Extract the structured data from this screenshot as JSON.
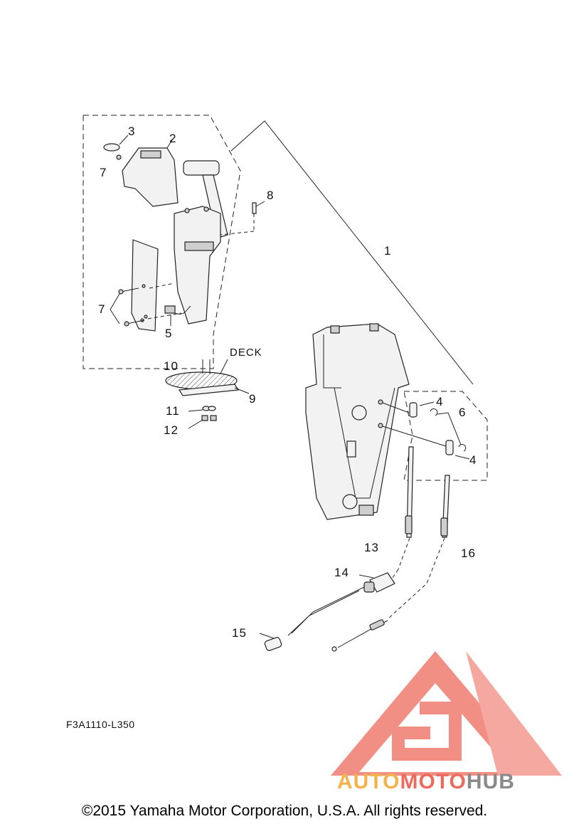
{
  "diagram": {
    "callouts": [
      "1",
      "2",
      "3",
      "4",
      "4",
      "5",
      "6",
      "7",
      "7",
      "8",
      "9",
      "10",
      "11",
      "12",
      "13",
      "14",
      "15",
      "16"
    ],
    "deck_label": "DECK",
    "drawing_code": "F3A1110-L350"
  },
  "watermark": {
    "brand_part1": "AUTO",
    "brand_part2": "MOTO",
    "brand_part3": "HUB",
    "color_orange": "#f6b24a",
    "color_red": "#ee6a5c",
    "color_grey": "#8a8a8a"
  },
  "footer": {
    "copyright": "©2015 Yamaha Motor Corporation, U.S.A. All rights reserved."
  }
}
